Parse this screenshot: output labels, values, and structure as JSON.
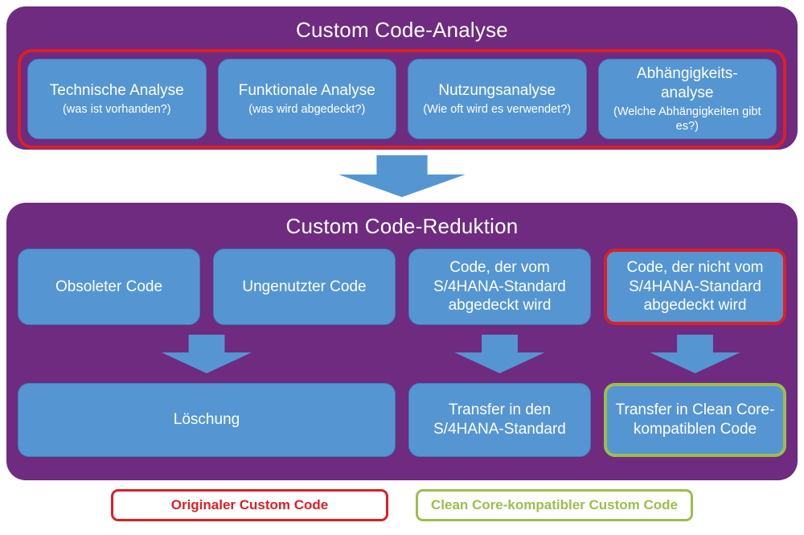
{
  "colors": {
    "purple": "#6E2B80",
    "blue": "#5596D2",
    "blue-border": "#3E7CB4",
    "red": "#DC1F26",
    "green": "#9CBE4E"
  },
  "analysis": {
    "title": "Custom Code-Analyse",
    "boxes": [
      {
        "title": "Technische Analyse",
        "subtitle": "(was ist vorhanden?)"
      },
      {
        "title": "Funktionale Analyse",
        "subtitle": "(was wird abgedeckt?)"
      },
      {
        "title": "Nutzungsanalyse",
        "subtitle": "(Wie oft wird es verwendet?)"
      },
      {
        "title": "Abhängigkeits-\nanalyse",
        "subtitle": "(Welche Abhängigkeiten gibt es?)"
      }
    ]
  },
  "reduction": {
    "title": "Custom Code-Reduktion",
    "source_boxes": [
      {
        "label": "Obsoleter Code"
      },
      {
        "label": "Ungenutzter Code"
      },
      {
        "label": "Code, der vom S/4HANA-Standard abgedeckt wird"
      },
      {
        "label": "Code, der nicht vom S/4HANA-Standard abgedeckt wird"
      }
    ],
    "target_boxes": [
      {
        "label": "Löschung"
      },
      {
        "label": "Transfer in den S/4HANA-Standard"
      },
      {
        "label": "Transfer in Clean Core-kompatiblen Code"
      }
    ]
  },
  "legend": {
    "items": [
      {
        "label": "Originaler Custom Code"
      },
      {
        "label": "Clean Core-kompatibler Custom Code"
      }
    ]
  }
}
